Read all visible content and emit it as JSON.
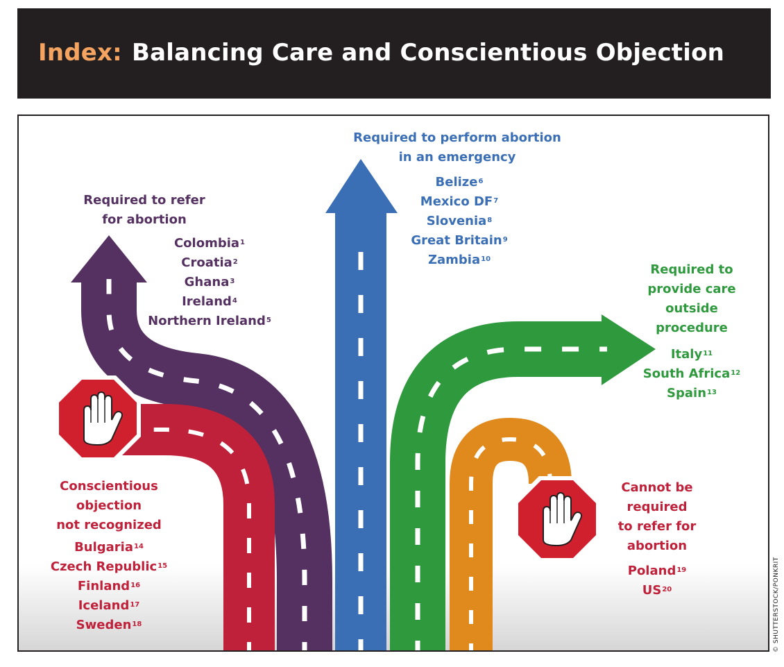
{
  "header": {
    "prefix": "Index:",
    "title": "Balancing Care and Conscientious Objection"
  },
  "groups": {
    "refer": {
      "heading": [
        "Required to refer",
        "for abortion"
      ],
      "items": [
        {
          "name": "Colombia",
          "ref": "1"
        },
        {
          "name": "Croatia",
          "ref": "2"
        },
        {
          "name": "Ghana",
          "ref": "3"
        },
        {
          "name": "Ireland",
          "ref": "4"
        },
        {
          "name": "Northern Ireland",
          "ref": "5"
        }
      ]
    },
    "emergency": {
      "heading": [
        "Required to perform abortion",
        "in an emergency"
      ],
      "items": [
        {
          "name": "Belize",
          "ref": "6"
        },
        {
          "name": "Mexico DF",
          "ref": "7"
        },
        {
          "name": "Slovenia",
          "ref": "8"
        },
        {
          "name": "Great Britain",
          "ref": "9"
        },
        {
          "name": "Zambia",
          "ref": "10"
        }
      ]
    },
    "outside": {
      "heading": [
        "Required to",
        "provide care",
        "outside",
        "procedure"
      ],
      "items": [
        {
          "name": "Italy",
          "ref": "11"
        },
        {
          "name": "South Africa",
          "ref": "12"
        },
        {
          "name": "Spain",
          "ref": "13"
        }
      ]
    },
    "not_recognized": {
      "heading": [
        "Conscientious",
        "objection",
        "not recognized"
      ],
      "items": [
        {
          "name": "Bulgaria",
          "ref": "14"
        },
        {
          "name": "Czech Republic",
          "ref": "15"
        },
        {
          "name": "Finland",
          "ref": "16"
        },
        {
          "name": "Iceland",
          "ref": "17"
        },
        {
          "name": "Sweden",
          "ref": "18"
        }
      ]
    },
    "cannot_refer": {
      "heading": [
        "Cannot be",
        "required",
        "to refer for",
        "abortion"
      ],
      "items": [
        {
          "name": "Poland",
          "ref": "19"
        },
        {
          "name": "US",
          "ref": "20"
        }
      ]
    }
  },
  "credit": "© SHUTTERSTOCK/PONKRIT",
  "colors": {
    "purple": "#553161",
    "blue": "#3a6eb5",
    "green": "#2e9a3d",
    "orange": "#e08a1e",
    "red": "#c0213a",
    "stop_sign": "#d0202e",
    "header_bg": "#231f20",
    "header_prefix": "#f4a460"
  },
  "icons": [
    "stop-hand-icon",
    "arrow-icon"
  ]
}
